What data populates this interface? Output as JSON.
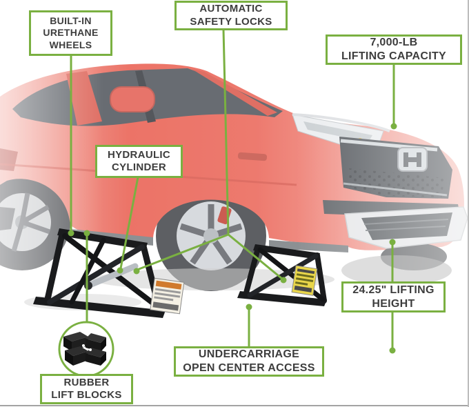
{
  "figure": {
    "type": "annotated-product-diagram",
    "subject": "Red SUV raised on portable scissor car lift with feature callouts",
    "colors": {
      "callout_green": "#7ab041",
      "label_text": "#3d3d3d",
      "label_background": "#ffffff",
      "car_red": "#e8574a",
      "lift_black": "#1a1b1d",
      "background": "#ffffff"
    }
  },
  "callouts": [
    {
      "id": "built-in-urethane-wheels",
      "label": "BUILT-IN\nURETHANE\nWHEELS"
    },
    {
      "id": "automatic-safety-locks",
      "label": "AUTOMATIC\nSAFETY LOCKS"
    },
    {
      "id": "lifting-capacity",
      "label": "7,000-LB\nLIFTING CAPACITY"
    },
    {
      "id": "hydraulic-cylinder",
      "label": "HYDRAULIC\nCYLINDER"
    },
    {
      "id": "lifting-height",
      "label": "24.25\" LIFTING\nHEIGHT"
    },
    {
      "id": "undercarriage-access",
      "label": "UNDERCARRIAGE\nOPEN CENTER ACCESS"
    },
    {
      "id": "rubber-lift-blocks",
      "label": "RUBBER\nLIFT BLOCKS"
    }
  ]
}
